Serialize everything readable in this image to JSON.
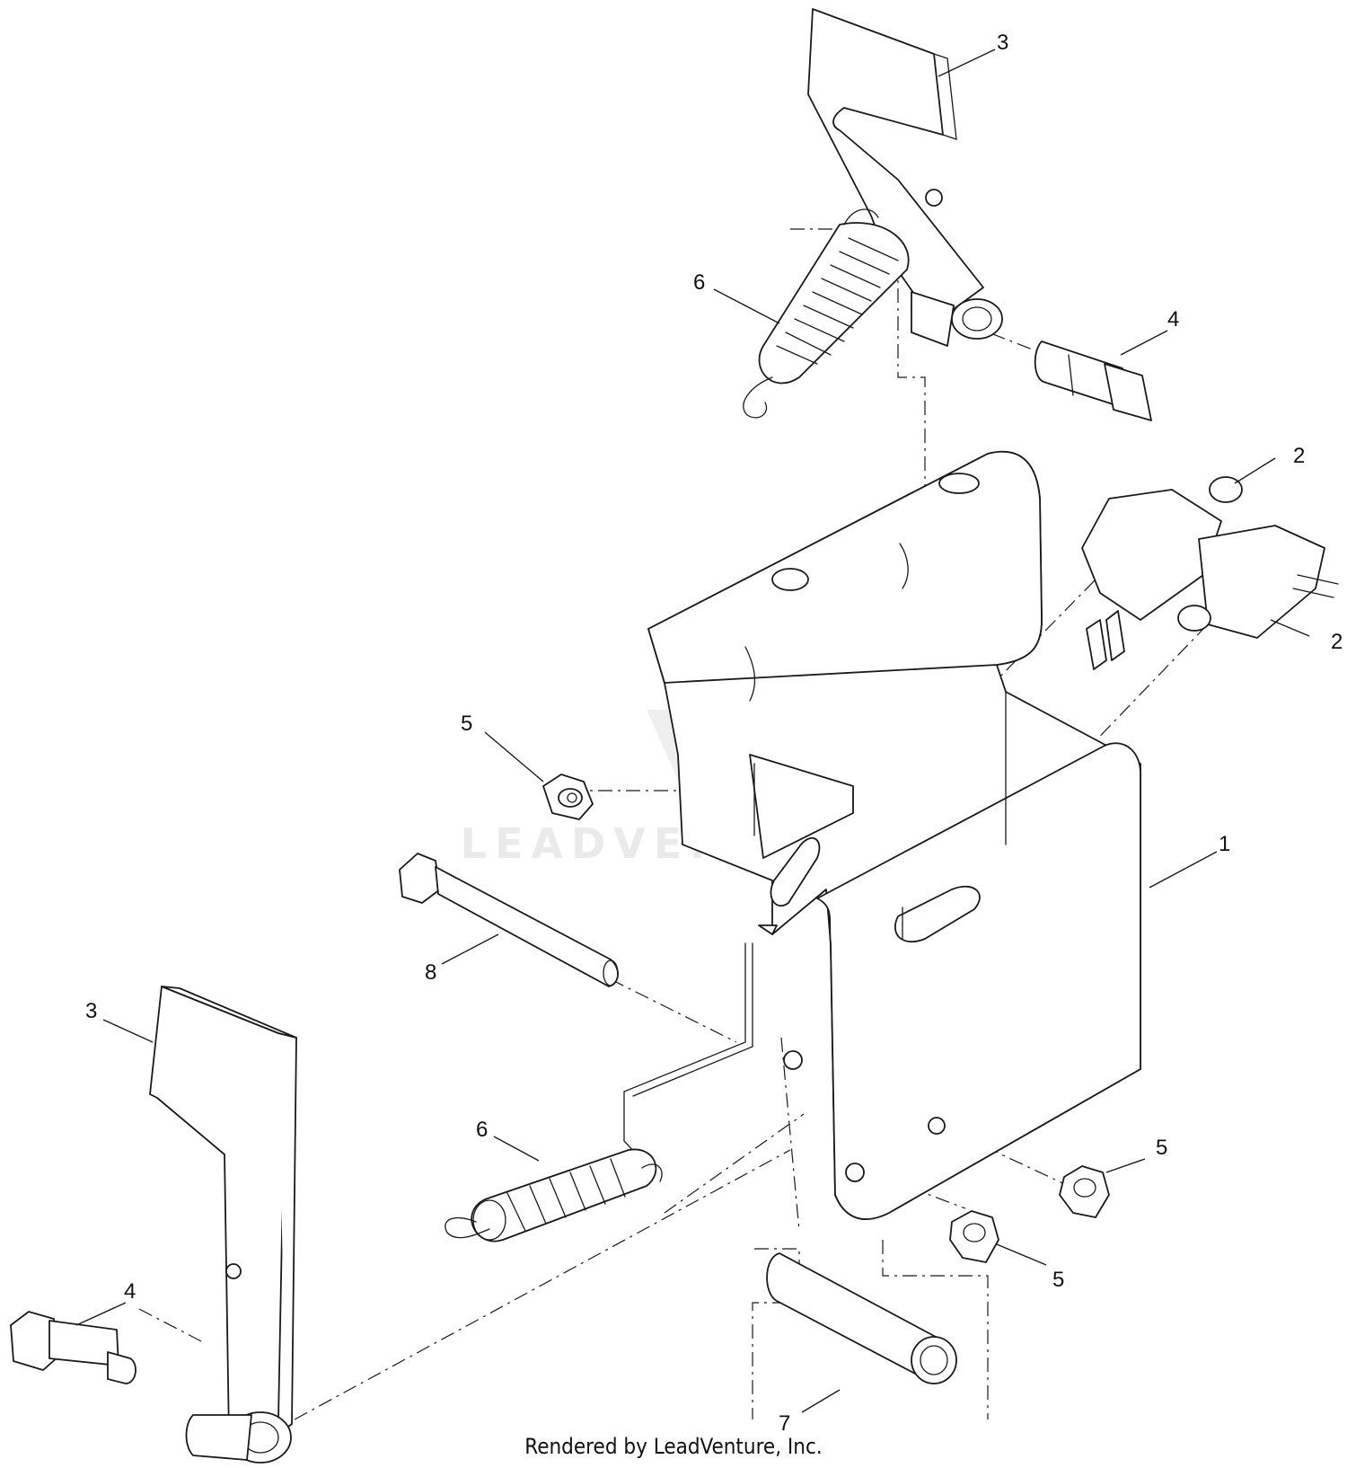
{
  "callouts": [
    {
      "id": "c3-top",
      "label": "3"
    },
    {
      "id": "c6-top",
      "label": "6"
    },
    {
      "id": "c4-top",
      "label": "4"
    },
    {
      "id": "c2-a",
      "label": "2"
    },
    {
      "id": "c2-b",
      "label": "2"
    },
    {
      "id": "c5-left",
      "label": "5"
    },
    {
      "id": "c1",
      "label": "1"
    },
    {
      "id": "c8",
      "label": "8"
    },
    {
      "id": "c3-bottom",
      "label": "3"
    },
    {
      "id": "c6-bottom",
      "label": "6"
    },
    {
      "id": "c5-right",
      "label": "5"
    },
    {
      "id": "c5-bottom",
      "label": "5"
    },
    {
      "id": "c4-bottom",
      "label": "4"
    },
    {
      "id": "c7",
      "label": "7"
    }
  ],
  "watermark": {
    "text": "LEADVENTURE",
    "color": "#d9d9d9"
  },
  "footer": {
    "text": "Rendered by LeadVenture, Inc."
  }
}
